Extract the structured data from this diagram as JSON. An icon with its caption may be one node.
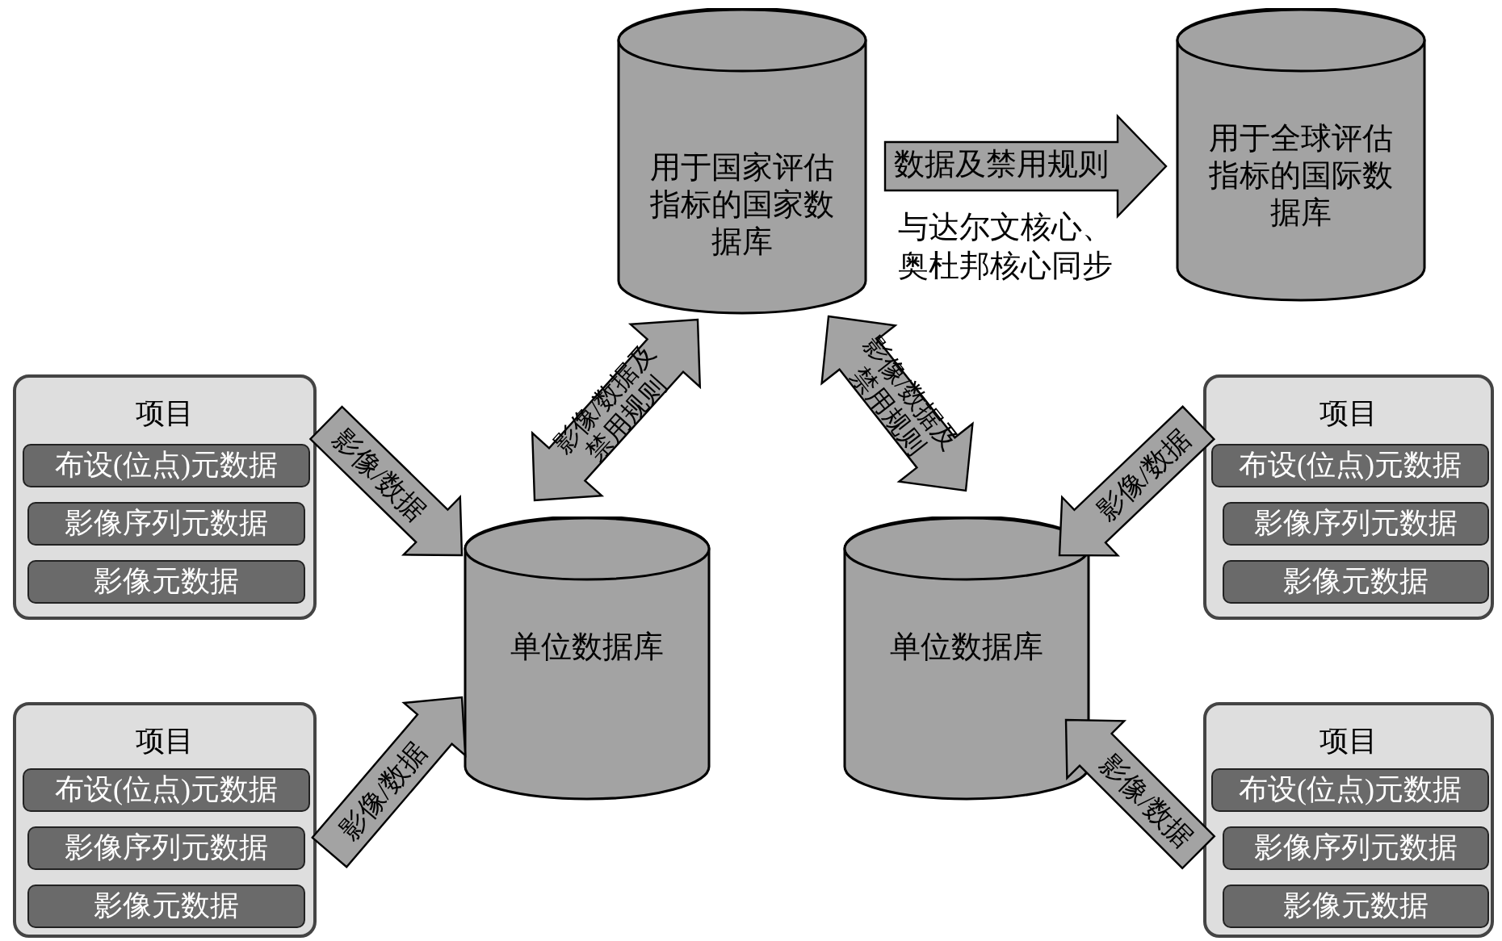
{
  "diagram": {
    "nodes": [
      {
        "text": [
          "用于国家评估指标的国家数据库"
        ]
      },
      {
        "text": [
          "用于全球评估指标的国际数据库"
        ]
      },
      {
        "text": [
          "项目"
        ]
      },
      {
        "text": [
          "布设(位点)元数据"
        ],
        "in": 2
      },
      {
        "text": [
          "影像序列元数据"
        ],
        "in": 2
      },
      {
        "text": [
          "影像元数据"
        ],
        "in": 2
      },
      {
        "text": [
          "项目"
        ]
      },
      {
        "text": [
          "布设(位点)元数据"
        ],
        "in": 6
      },
      {
        "text": [
          "影像序列元数据"
        ],
        "in": 6
      },
      {
        "text": [
          "影像元数据"
        ],
        "in": 6
      },
      {
        "text": [
          "单位数据库"
        ]
      },
      {
        "text": [
          "项目"
        ]
      },
      {
        "text": [
          "布设(位点)元数据"
        ],
        "in": 11
      },
      {
        "text": [
          "影像序列元数据"
        ],
        "in": 11
      },
      {
        "text": [
          "影像元数据"
        ],
        "in": 11
      },
      {
        "text": [
          "项目"
        ]
      },
      {
        "text": [
          "布设(位点)元数据"
        ],
        "in": 15
      },
      {
        "text": [
          "影像序列元数据"
        ],
        "in": 15
      },
      {
        "text": [
          "影像元数据"
        ],
        "in": 15
      },
      {
        "text": [
          "单位数据库"
        ]
      }
    ],
    "edges": [
      {
        "from": 0,
        "to": 1,
        "arrow": "to",
        "label": "数据及禁用规则"
      },
      {
        "from": 0,
        "to": 10,
        "arrow": "both",
        "label": "影像/数据及禁用规则"
      },
      {
        "from": 0,
        "to": 19,
        "arrow": "both",
        "label": "影像/数据及禁用规则"
      },
      {
        "from": 2,
        "to": 10,
        "arrow": "to",
        "label": "影像/数据"
      },
      {
        "from": 6,
        "to": 10,
        "arrow": "to",
        "label": "影像/数据"
      },
      {
        "from": 11,
        "to": 19,
        "arrow": "to",
        "label": "影像/数据"
      },
      {
        "from": 15,
        "to": 19,
        "arrow": "to",
        "label": "影像/数据"
      }
    ],
    "labels": [
      "与达尔文核心、奥杜邦核心同步"
    ]
  }
}
